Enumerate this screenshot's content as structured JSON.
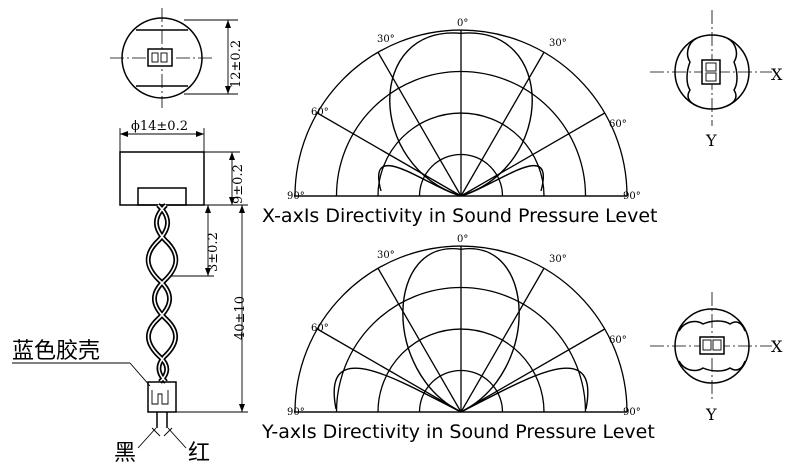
{
  "left_drawing": {
    "top_view_height_dim": "12±0.2",
    "diameter_dim": "ϕ14±0.2",
    "body_height_dim": "9±0.2",
    "lead_offset_dim": "3±0.2",
    "lead_length_dim": "40±10",
    "connector_label": "蓝色胶壳",
    "wire_black_label": "黑",
    "wire_red_label": "红"
  },
  "polar_top": {
    "title": "X-axIs  Directivity in Sound Pressure Levet",
    "angle_labels": [
      "0°",
      "30°",
      "30°",
      "60°",
      "60°",
      "90°",
      "90°"
    ]
  },
  "polar_bottom": {
    "title": "Y-axIs  Directivity in Sound Pressure Levet",
    "angle_labels": [
      "0°",
      "30°",
      "30°",
      "60°",
      "60°",
      "90°",
      "90°"
    ]
  },
  "orientation_top": {
    "x_label": "X",
    "y_label": "Y"
  },
  "orientation_bottom": {
    "x_label": "X",
    "y_label": "Y"
  }
}
